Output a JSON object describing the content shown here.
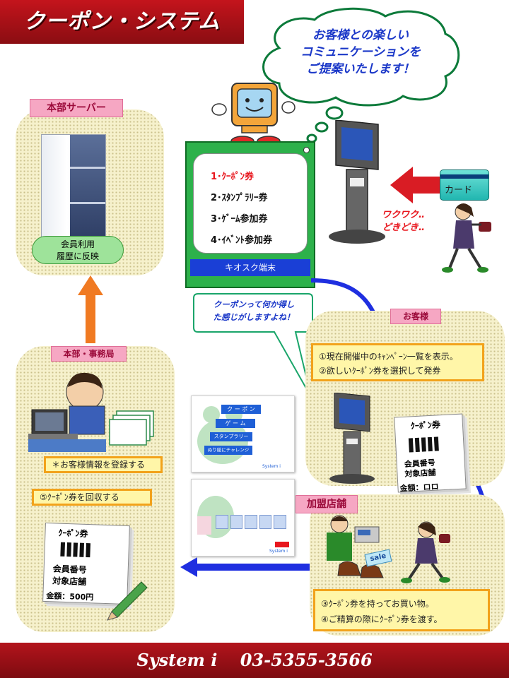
{
  "title": "クーポン・システム",
  "cloud_message": [
    "お客様との楽しい",
    "コミュニケーションを",
    "ご提案いたします！"
  ],
  "hq_server": {
    "label": "本部サーバー",
    "bubble": [
      "会員利用",
      "履歴に反映"
    ]
  },
  "kiosk": {
    "menu": [
      "1･ｸｰﾎﾟﾝ券",
      "2･ｽﾀﾝﾌﾟﾗﾘｰ券",
      "3･ｹﾞｰﾑ参加券",
      "4･ｲﾍﾞﾝﾄ参加券"
    ],
    "footer": "キオスク端末"
  },
  "card_label": "カード",
  "excited_text": [
    "ワクワク‥",
    "どきどき‥"
  ],
  "speech_bubble": [
    "クーポンって何か得し",
    "た感じがしますよね！"
  ],
  "customer": {
    "label": "お客様",
    "steps": [
      "①現在開催中のｷｬﾝﾍﾟｰﾝ一覧を表示。",
      "②欲しいｸｰﾎﾟﾝ券を選択して発券"
    ]
  },
  "coupon_right": {
    "title": "ｸｰﾎﾟﾝ券",
    "line1": "会員番号",
    "line2": "対象店舗",
    "amount": "金額：ロロ"
  },
  "office": {
    "label": "本部・事務局",
    "note1": "＊お客様情報を登録する",
    "note2": "⑤ｸｰﾎﾟﾝ券を回収する"
  },
  "coupon_left": {
    "title": "ｸｰﾎﾟﾝ券",
    "line1": "会員番号",
    "line2": "対象店舗",
    "amount": "金額：500円"
  },
  "screen1_buttons": [
    "ク ー ポ ン",
    "ゲ ー ム",
    "スタンプラリー",
    "ぬり絵にチャレンジ"
  ],
  "screen_brand": "System i",
  "store_label": "加盟店舗",
  "store_steps": [
    "③ｸｰﾎﾟﾝ券を持ってお買い物。",
    "④ご精算の際にｸｰﾎﾟﾝ券を渡す。"
  ],
  "sale_tag": "sale",
  "footer": "System i　 03-5355-3566",
  "colors": {
    "accent_red": "#b3141c",
    "kiosk_green": "#2db14b",
    "kiosk_blue": "#1a3fd6",
    "arrow_orange": "#f07a22",
    "arrow_blue": "#1f2fe0"
  }
}
